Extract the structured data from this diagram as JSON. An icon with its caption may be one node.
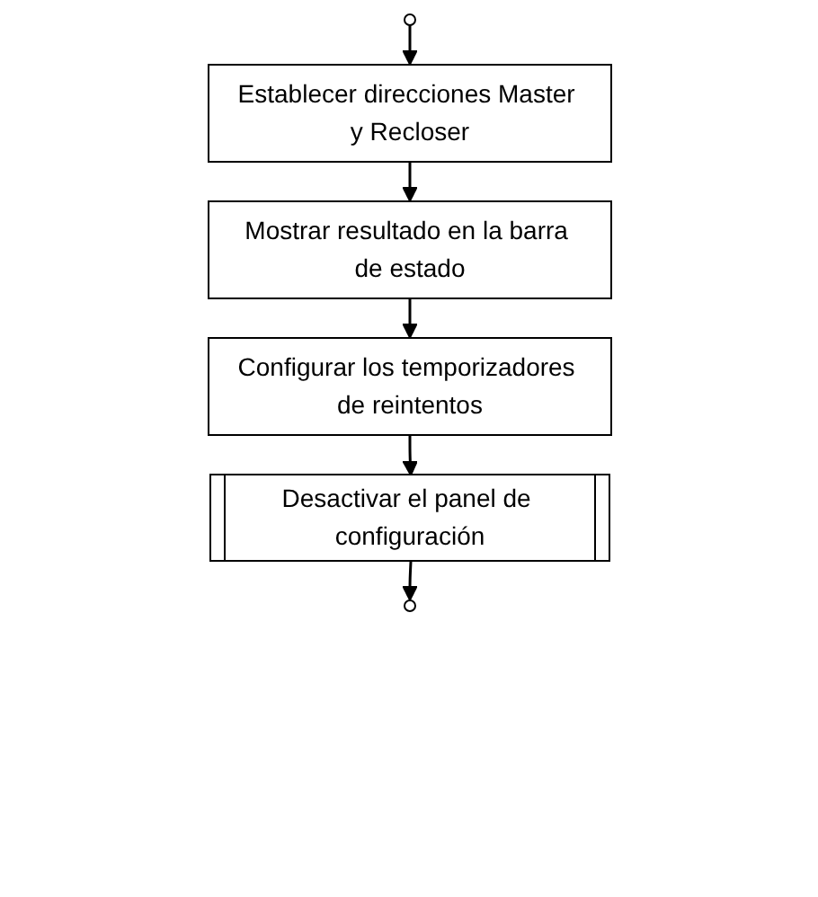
{
  "diagram": {
    "nodes": [
      {
        "text": [],
        "shape": "circle"
      },
      {
        "text": [
          "Establecer direcciones Master y Recloser"
        ]
      },
      {
        "text": [
          "Mostrar resultado en la barra de estado"
        ]
      },
      {
        "text": [
          "Configurar los temporizadores de reintentos"
        ]
      },
      {
        "text": [
          "Desactivar el panel de configuración"
        ]
      },
      {
        "text": [],
        "shape": "circle"
      }
    ],
    "edges": [
      {
        "from": 0,
        "to": 1,
        "arrow": "to"
      },
      {
        "from": 1,
        "to": 2,
        "arrow": "to"
      },
      {
        "from": 2,
        "to": 3,
        "arrow": "to"
      },
      {
        "from": 3,
        "to": 4,
        "arrow": "to"
      },
      {
        "from": 4,
        "to": 5,
        "arrow": "to"
      }
    ]
  }
}
